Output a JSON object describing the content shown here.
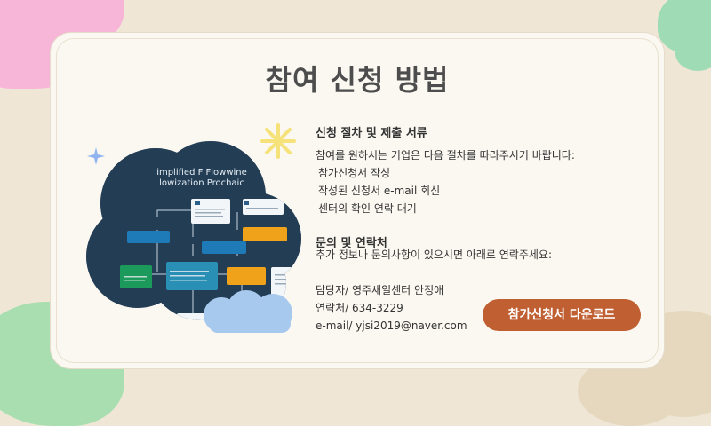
{
  "page": {
    "title": "참여 신청 방법"
  },
  "procedure": {
    "heading": "신청 절차 및 제출 서류",
    "intro": "참여를 원하시는 기업은 다음 절차를 따라주시기 바랍니다:",
    "steps": [
      "참가신청서 작성",
      "작성된 신청서 e-mail 회신",
      "센터의 확인 연락 대기"
    ]
  },
  "inquiry": {
    "heading": "문의 및 연락처",
    "intro": "추가 정보나 문의사항이 있으시면 아래로 연락주세요:",
    "person": "담당자/ 영주새일센터 안정애",
    "phone": "연락처/ 634-3229",
    "email": "e-mail/ yjsi2019@naver.com"
  },
  "download_button": "참가신청서 다운로드",
  "illustration": {
    "title_line1": "implified F Flowwine",
    "title_line2": "lowization Prochaic"
  },
  "colors": {
    "accent": "#c05f32",
    "card": "#fbf8f1",
    "background": "#efe6d6",
    "pink": "#f7b6d8",
    "green": "#a9dfb0",
    "mint": "#9fdcb6",
    "star": "#f6e27a",
    "blue_cloud": "#a8c9ee"
  }
}
